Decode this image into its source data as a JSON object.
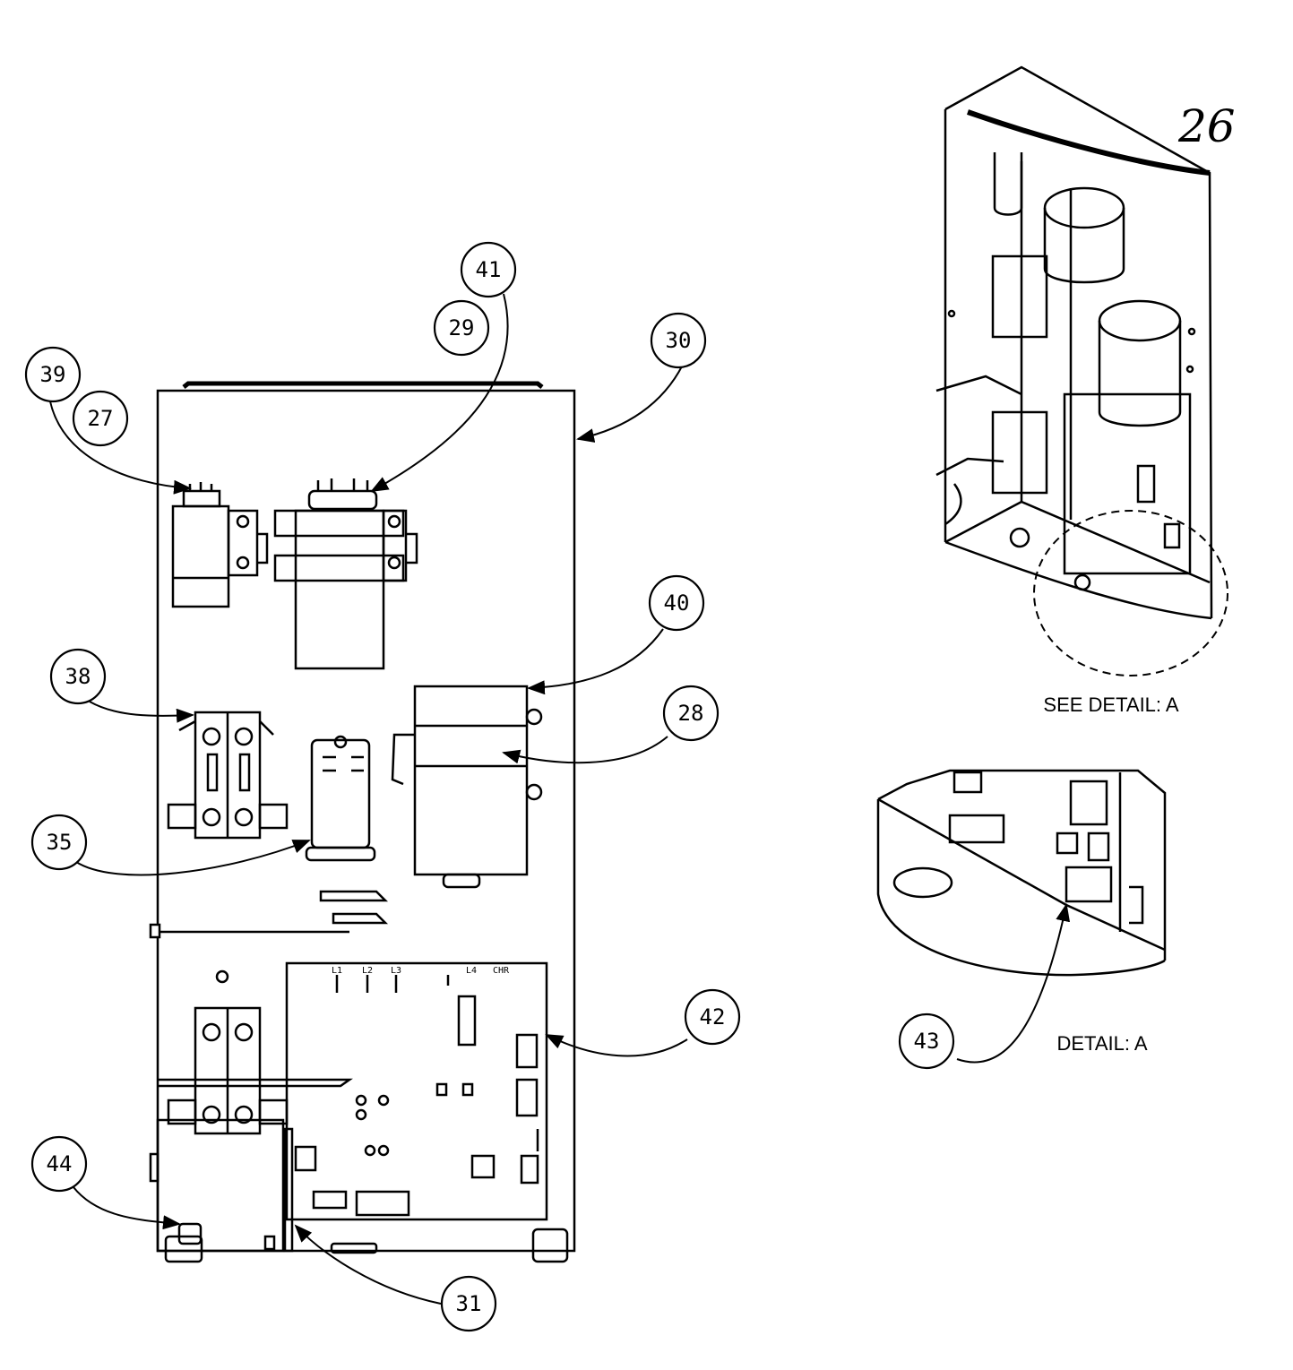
{
  "page_number": "26",
  "callouts": {
    "c41": "41",
    "c29": "29",
    "c30": "30",
    "c39": "39",
    "c27": "27",
    "c40": "40",
    "c38": "38",
    "c28": "28",
    "c35": "35",
    "c42": "42",
    "c44": "44",
    "c31": "31",
    "c43": "43"
  },
  "captions": {
    "see_detail": "SEE DETAIL: A",
    "detail": "DETAIL: A"
  },
  "board_labels": [
    "L1",
    "L2",
    "L3",
    "L4",
    "CHR"
  ]
}
